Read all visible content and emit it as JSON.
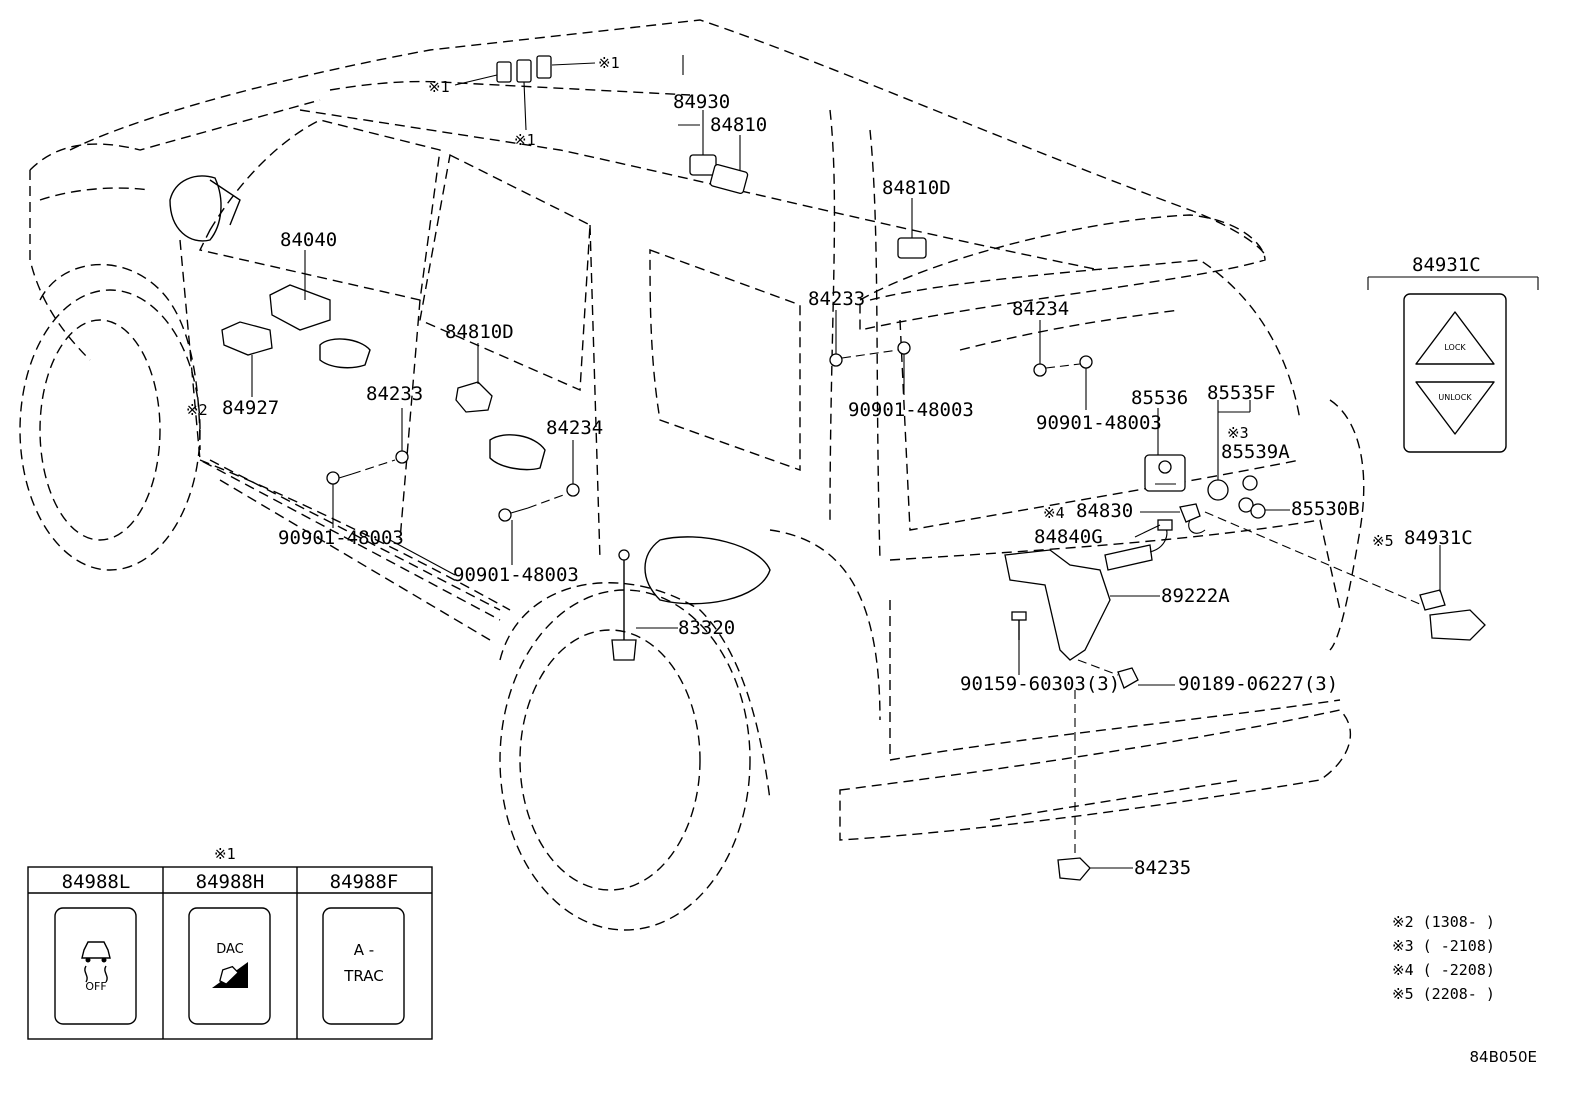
{
  "footer_code": "84B050E",
  "labels": {
    "p84930": "84930",
    "p84810": "84810",
    "p84810D_top": "84810D",
    "p84040": "84040",
    "p84810D_side": "84810D",
    "p84927": "84927",
    "mark2": "※2",
    "p84233_side": "84233",
    "p84234_side": "84234",
    "p84233_pillar": "84233",
    "p84234_gate": "84234",
    "b48003_a": "90901-48003",
    "b48003_b": "90901-48003",
    "b48003_c": "90901-48003",
    "b48003_d": "90901-48003",
    "p85536": "85536",
    "p85535F": "85535F",
    "mark3": "※3",
    "p85539A": "85539A",
    "p85530B": "85530B",
    "mark4": "※4",
    "p84830": "84830",
    "p84840G": "84840G",
    "p89222A": "89222A",
    "p83320": "83320",
    "b60303": "90159-60303(3)",
    "c06227": "90189-06227(3)",
    "p84235": "84235",
    "mark5": "※5",
    "p84931C_rear": "84931C",
    "p84931C_box": "84931C",
    "roof_mark_left": "※1",
    "roof_mark_right": "※1",
    "roof_mark_bottom": "※1",
    "switch_group_mark": "※1"
  },
  "switch_table": {
    "columns": [
      {
        "part": "84988L",
        "icon": "traction-off-icon",
        "text": "OFF"
      },
      {
        "part": "84988H",
        "icon": "downhill-assist-icon",
        "text": "DAC"
      },
      {
        "part": "84988F",
        "icon": "a-trac-icon",
        "text": "A -\nTRAC"
      }
    ]
  },
  "lock_switch": {
    "lock": "LOCK",
    "unlock": "UNLOCK"
  },
  "notes": [
    "※2 (1308-      )",
    "※3 (      -2108)",
    "※4 (      -2208)",
    "※5 (2208-      )"
  ]
}
